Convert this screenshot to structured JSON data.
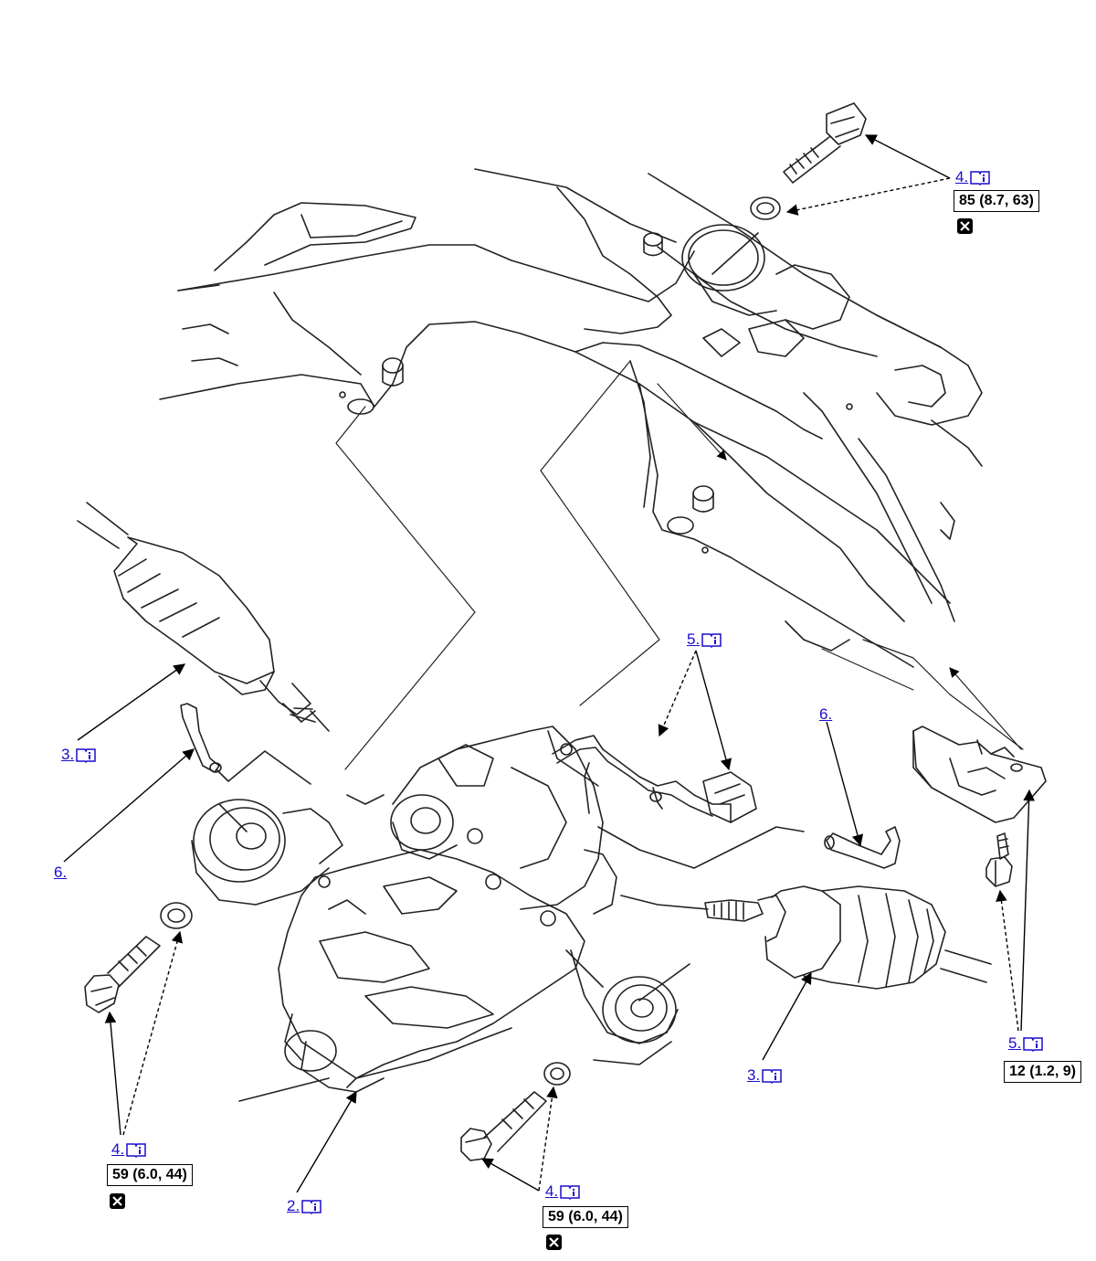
{
  "callouts": [
    {
      "id": "c4-top",
      "label": "4.",
      "has_info_icon": true
    },
    {
      "id": "c5-mid",
      "label": "5.",
      "has_info_icon": true
    },
    {
      "id": "c6-right",
      "label": "6.",
      "has_info_icon": false
    },
    {
      "id": "c3-left",
      "label": "3.",
      "has_info_icon": true
    },
    {
      "id": "c6-left",
      "label": "6.",
      "has_info_icon": false
    },
    {
      "id": "c5-right",
      "label": "5.",
      "has_info_icon": true
    },
    {
      "id": "c3-right",
      "label": "3.",
      "has_info_icon": true
    },
    {
      "id": "c4-left",
      "label": "4.",
      "has_info_icon": true
    },
    {
      "id": "c2",
      "label": "2.",
      "has_info_icon": true
    },
    {
      "id": "c4-bottom",
      "label": "4.",
      "has_info_icon": true
    }
  ],
  "torque_specs": [
    {
      "id": "t-top",
      "value": "85 (8.7, 63)",
      "replace_icon": true
    },
    {
      "id": "t-right",
      "value": "12 (1.2, 9)",
      "replace_icon": false
    },
    {
      "id": "t-left",
      "value": "59 (6.0, 44)",
      "replace_icon": true
    },
    {
      "id": "t-bottom",
      "value": "59 (6.0, 44)",
      "replace_icon": true
    }
  ],
  "icons": {
    "info": "book-info-icon",
    "replace": "replace-part-icon"
  },
  "colors": {
    "link": "#1a0dcc",
    "line": "#000000",
    "background": "#ffffff"
  }
}
